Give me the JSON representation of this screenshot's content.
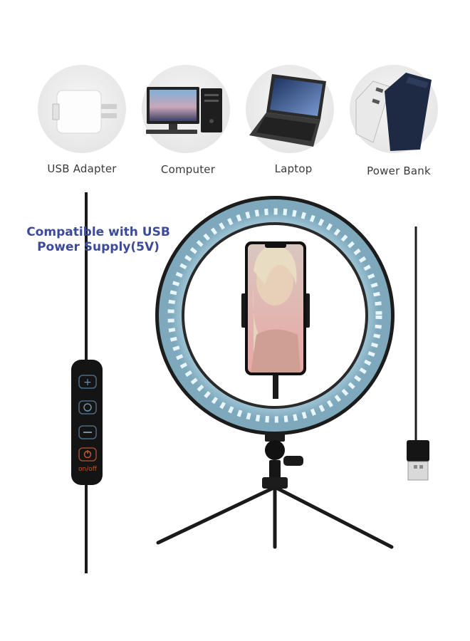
{
  "power_sources": [
    {
      "label": "USB Adapter",
      "icon": "usb-adapter-icon"
    },
    {
      "label": "Computer",
      "icon": "desktop-computer-icon"
    },
    {
      "label": "Laptop",
      "icon": "laptop-icon"
    },
    {
      "label": "Power Bank",
      "icon": "power-bank-icon"
    }
  ],
  "compatibility": {
    "line1": "Compatible with USB",
    "line2": "Power Supply(5V)"
  },
  "remote": {
    "onoff_label": "on/off"
  },
  "colors": {
    "ring_light": "#a9cfe0",
    "compat_text": "#3d4a9c",
    "onoff_text": "#c0582a"
  }
}
